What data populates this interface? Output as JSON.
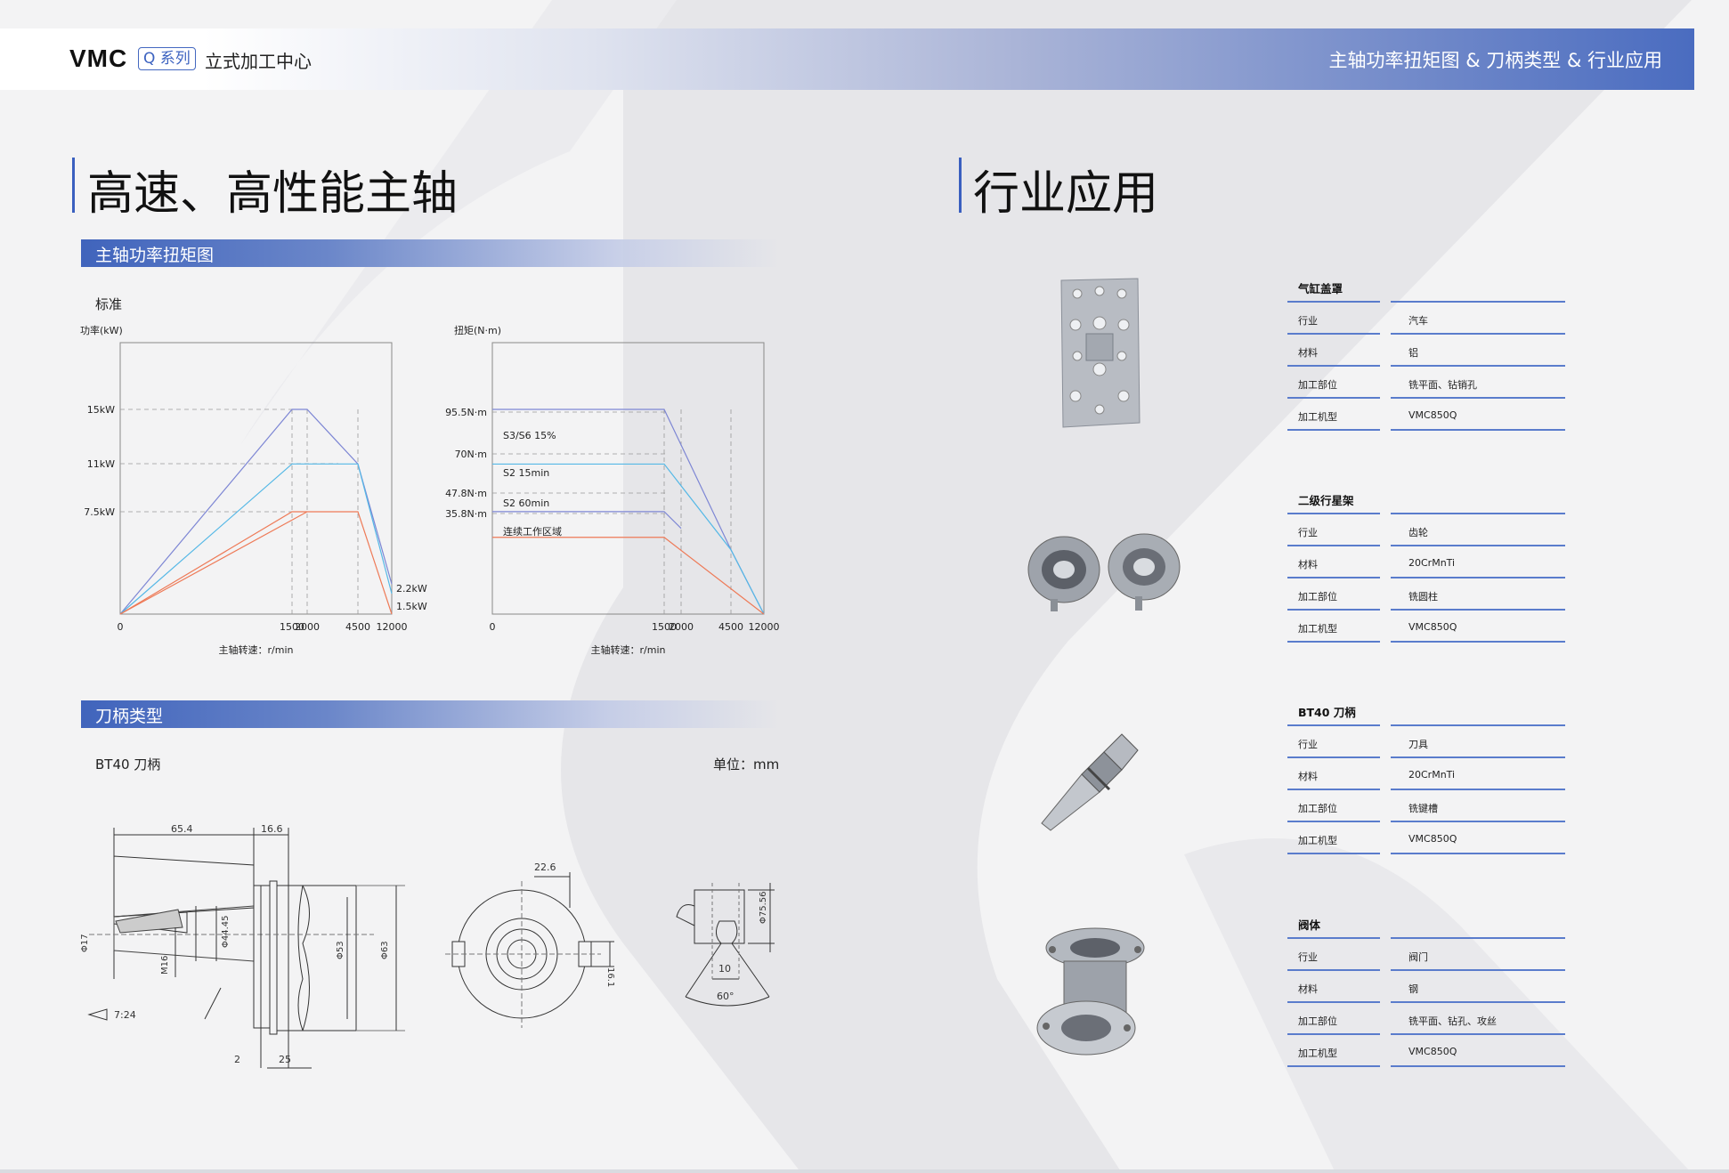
{
  "header": {
    "brand": "VMC",
    "series_badge": "Q 系列",
    "subtitle": "立式加工中心",
    "right_title": "主轴功率扭矩图 & 刀柄类型 & 行业应用"
  },
  "left": {
    "heading": "高速、高性能主轴",
    "section1": "主轴功率扭矩图",
    "standard_label": "标准",
    "section2": "刀柄类型",
    "holder_label": "BT40 刀柄",
    "unit_label": "单位：mm"
  },
  "right": {
    "heading": "行业应用"
  },
  "chart_data": [
    {
      "type": "line",
      "ylabel": "功率(kW)",
      "xlabel": "主轴转速：r/min",
      "x_ticks": [
        "0",
        "1500",
        "2000",
        "4500",
        "12000"
      ],
      "y_ticks": [
        "15kW",
        "11kW",
        "7.5kW"
      ],
      "end_labels": [
        "2.2kW",
        "1.5kW"
      ],
      "series": [
        {
          "color": "#7d86d4",
          "x": [
            0,
            1500,
            2000,
            4500,
            12000
          ],
          "y": [
            0,
            15,
            15,
            11,
            2.2
          ]
        },
        {
          "color": "#55b8e6",
          "x": [
            0,
            1500,
            4500,
            12000
          ],
          "y": [
            0,
            11,
            11,
            1.5
          ]
        },
        {
          "color": "#ee7a57",
          "x": [
            0,
            1500,
            2000,
            4500,
            12000
          ],
          "y": [
            0,
            7.5,
            7.5,
            7.5,
            0
          ]
        },
        {
          "color": "#ee7a57",
          "x": [
            0,
            2000
          ],
          "y": [
            0,
            7.5
          ]
        }
      ]
    },
    {
      "type": "line",
      "ylabel": "扭矩(N·m)",
      "xlabel": "主轴转速：r/min",
      "x_ticks": [
        "0",
        "1500",
        "2000",
        "4500",
        "12000"
      ],
      "y_ticks": [
        "95.5N·m",
        "70N·m",
        "47.8N·m",
        "35.8N·m"
      ],
      "series_labels": [
        "S3/S6 15%",
        "S2 15min",
        "S2 60min",
        "连续工作区域"
      ],
      "series": [
        {
          "color": "#7d86d4",
          "x": [
            0,
            1500,
            4500,
            12000
          ],
          "y": [
            95.5,
            95.5,
            30,
            0
          ]
        },
        {
          "color": "#55b8e6",
          "x": [
            0,
            1500,
            4500,
            12000
          ],
          "y": [
            70,
            70,
            30,
            0
          ]
        },
        {
          "color": "#7d86d4",
          "x": [
            0,
            1500,
            2000
          ],
          "y": [
            47.8,
            47.8,
            40
          ]
        },
        {
          "color": "#ee7a57",
          "x": [
            0,
            1500,
            12000
          ],
          "y": [
            35.8,
            35.8,
            0
          ]
        }
      ]
    }
  ],
  "drawing": {
    "dims": [
      "65.4",
      "16.6",
      "Φ17",
      "Φ44.45",
      "M16",
      "Φ53",
      "Φ63",
      "7:24",
      "2",
      "25",
      "22.6",
      "16.1",
      "Φ75.56",
      "10",
      "60°"
    ]
  },
  "applications": [
    {
      "title": "气缸盖罩",
      "rows": [
        {
          "k": "行业",
          "v": "汽车"
        },
        {
          "k": "材料",
          "v": "铝"
        },
        {
          "k": "加工部位",
          "v": "铣平面、钻销孔"
        },
        {
          "k": "加工机型",
          "v": "VMC850Q"
        }
      ]
    },
    {
      "title": "二级行星架",
      "rows": [
        {
          "k": "行业",
          "v": "齿轮"
        },
        {
          "k": "材料",
          "v": "20CrMnTi"
        },
        {
          "k": "加工部位",
          "v": "铣圆柱"
        },
        {
          "k": "加工机型",
          "v": "VMC850Q"
        }
      ]
    },
    {
      "title": "BT40 刀柄",
      "rows": [
        {
          "k": "行业",
          "v": "刀具"
        },
        {
          "k": "材料",
          "v": "20CrMnTi"
        },
        {
          "k": "加工部位",
          "v": "铣键槽"
        },
        {
          "k": "加工机型",
          "v": "VMC850Q"
        }
      ]
    },
    {
      "title": "阀体",
      "rows": [
        {
          "k": "行业",
          "v": "阀门"
        },
        {
          "k": "材料",
          "v": "钢"
        },
        {
          "k": "加工部位",
          "v": "铣平面、钻孔、攻丝"
        },
        {
          "k": "加工机型",
          "v": "VMC850Q"
        }
      ]
    }
  ]
}
